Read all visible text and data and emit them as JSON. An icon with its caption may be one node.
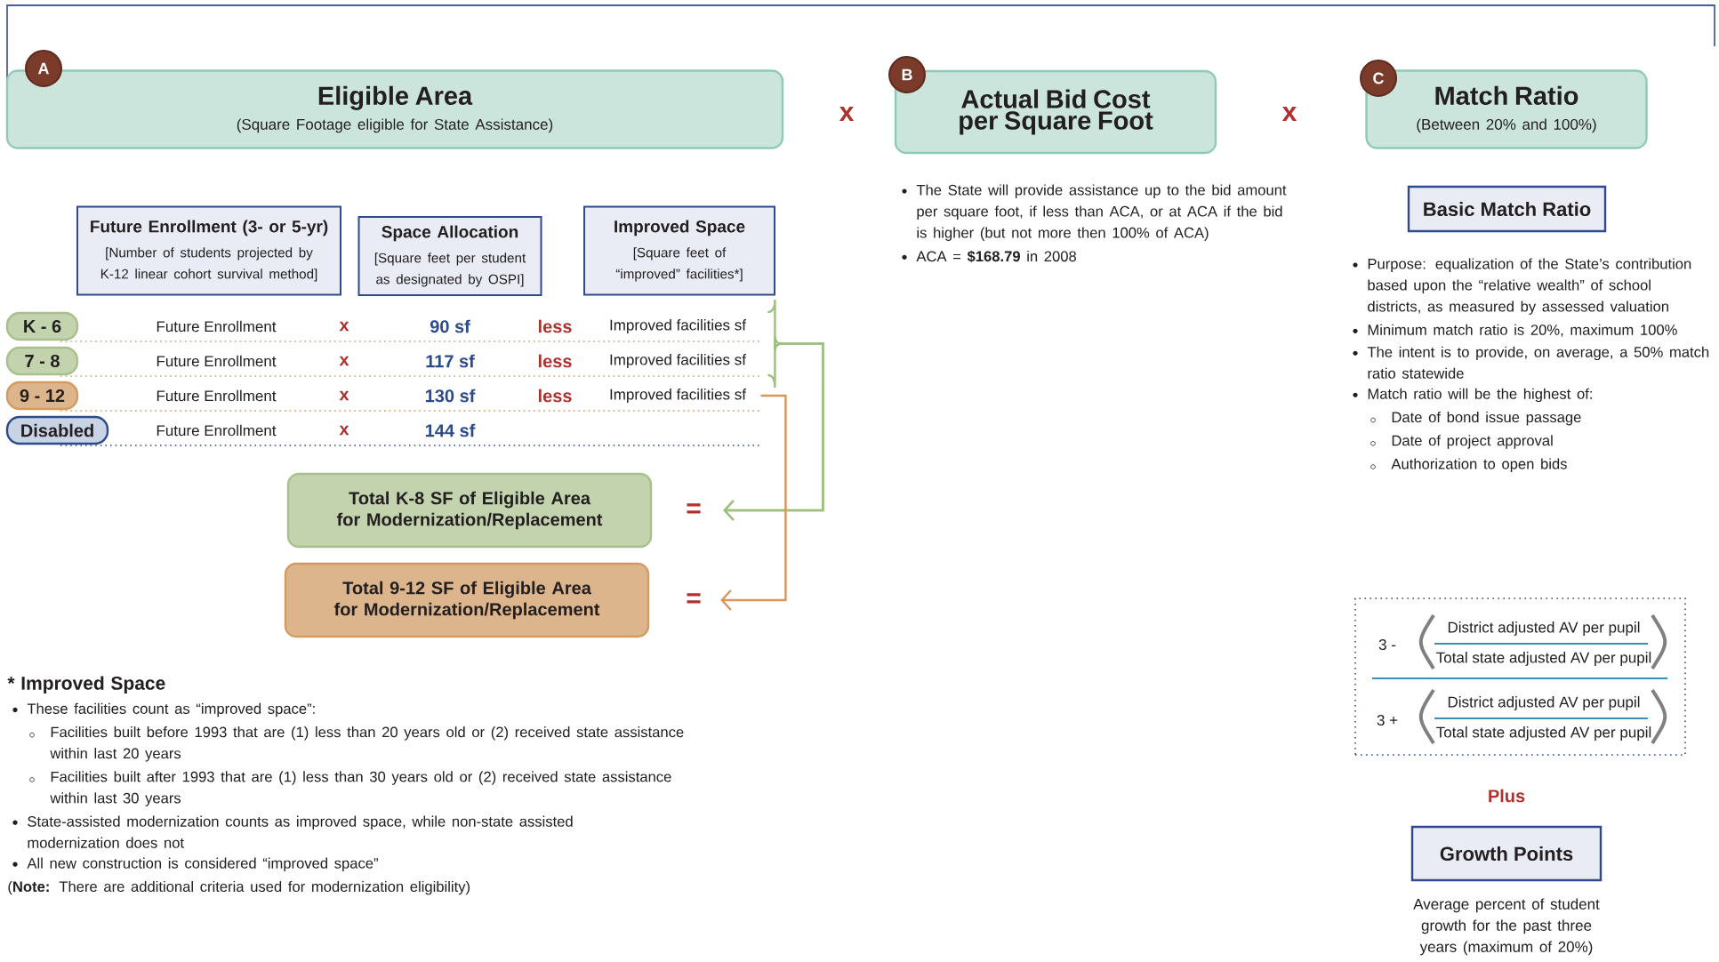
{
  "diagram": {
    "nodes": [
      {
        "text": [
          "Eligible Area",
          "(Square Footage eligible for State Assistance)"
        ]
      },
      {
        "text": [
          "A"
        ]
      },
      {
        "text": [
          "Actual Bid Cost per Square Foot"
        ]
      },
      {
        "text": [
          "B"
        ]
      },
      {
        "text": [
          "Match Ratio",
          "(Between 20% and 100%)"
        ]
      },
      {
        "text": [
          "C"
        ]
      },
      {
        "text": [
          "Future Enrollment (3- or 5-yr)",
          "[Number of students projected by K-12 linear cohort survival method]"
        ]
      },
      {
        "text": [
          "Space Allocation",
          "[Square feet per student as designated by OSPI]"
        ]
      },
      {
        "text": [
          "Improved Space",
          "[Square feet of “improved” facilities*]"
        ]
      },
      {
        "text": [
          "Future Enrollment",
          "x",
          "90 sf",
          "less",
          "Improved facilities sf"
        ]
      },
      {
        "text": [
          "K - 6"
        ],
        "in": 9
      },
      {
        "text": [
          "Future Enrollment",
          "x",
          "117 sf",
          "less",
          "Improved facilities sf"
        ]
      },
      {
        "text": [
          "7 - 8"
        ],
        "in": 11
      },
      {
        "text": [
          "Future Enrollment",
          "x",
          "130 sf",
          "less",
          "Improved facilities sf"
        ]
      },
      {
        "text": [
          "9 - 12"
        ],
        "in": 13
      },
      {
        "text": [
          "Future Enrollment",
          "x",
          "144 sf"
        ]
      },
      {
        "text": [
          "Disabled"
        ],
        "in": 15
      },
      {
        "text": [
          "Total K-8 SF of Eligible Area for Modernization/Replacement"
        ],
        "beside": [
          "="
        ]
      },
      {
        "text": [
          "Total 9-12 SF of Eligible Area for Modernization/Replacement"
        ],
        "beside": [
          "="
        ]
      },
      {
        "text": [
          "Basic Match Ratio"
        ]
      },
      {
        "text": [
          "3 -",
          "District adjusted AV per pupil",
          "Total state adjusted AV per pupil",
          "3 +",
          "District adjusted AV per pupil",
          "Total state adjusted AV per pupil"
        ]
      },
      {
        "text": [
          "Growth Points"
        ],
        "beside": [
          "Average percent of student growth for the past three years (maximum of 20%)"
        ]
      }
    ],
    "edges": [
      {
        "from": 9,
        "to": 17,
        "arrow": "to",
        "color": "#9ebf80"
      },
      {
        "from": 11,
        "to": 17,
        "arrow": "to",
        "color": "#9ebf80"
      },
      {
        "from": 13,
        "to": 18,
        "arrow": "to",
        "color": "#d9955a"
      }
    ],
    "labels": [
      "x",
      "x",
      "The State will provide assistance up to the bid amount per square foot, if less than ACA, or at ACA if the bid is higher (but not more then 100% of ACA)",
      "ACA = **$168.79** in 2008",
      "Purpose: equalization of the State’s contribution based upon the “relative wealth” of school districts, as measured by assessed valuation",
      "Minimum match ratio is 20%, maximum 100%",
      "The intent is to provide, on average, a 50% match ratio statewide",
      "Match ratio will be the highest of:",
      "Date of bond issue passage",
      "Date of project approval",
      "Authorization to open bids",
      "Plus",
      "* Improved Space",
      "These facilities count as “improved space”:",
      "Facilities built before 1993 that are (1) less than 20 years old or (2) received state assistance within last 20 years",
      "Facilities built after 1993 that are (1) less than 30 years old or (2) received state assistance within last 30 years",
      "State-assisted modernization counts as improved space, while non-state assisted modernization does not",
      "All new construction is considered “improved space”",
      "(**Note:** There are additional criteria used for modernization eligibility)"
    ]
  }
}
